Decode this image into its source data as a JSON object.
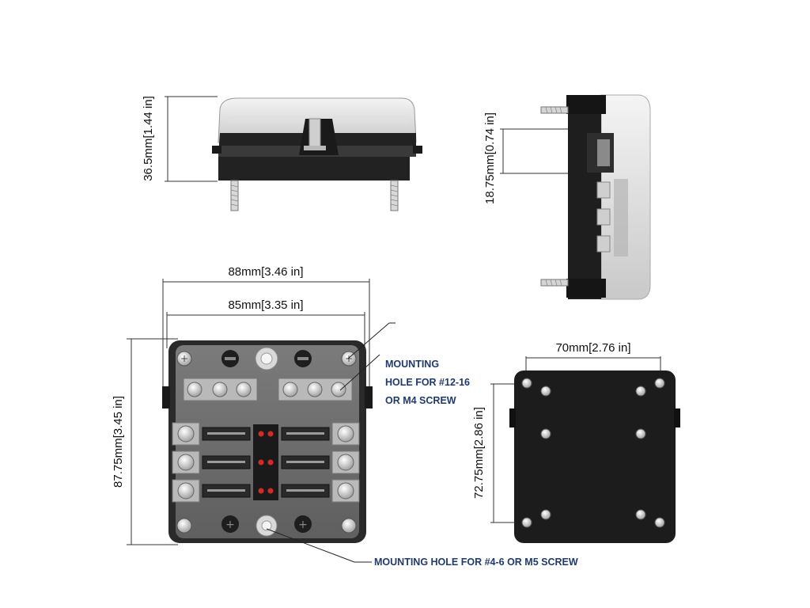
{
  "dimensions": {
    "front_height": "36.5mm[1.44 in]",
    "side_height": "18.75mm[0.74 in]",
    "top_width_outer": "88mm[3.46 in]",
    "top_width_inner": "85mm[3.35 in]",
    "top_height": "87.75mm[3.45 in]",
    "back_width": "70mm[2.76 in]",
    "back_height": "72.75mm[2.86 in]"
  },
  "callouts": {
    "mounting_hole_large_line1": "MOUNTING",
    "mounting_hole_large_line2": "HOLE FOR #12-16",
    "mounting_hole_large_line3": "OR M4 SCREW",
    "mounting_hole_small": "MOUNTING HOLE FOR #4-6 OR M5 SCREW"
  },
  "colors": {
    "body_dark": "#2b2b2b",
    "body_gray": "#6d6d6d",
    "callout_text": "#1f3a6b",
    "fuse_led": "#d42a2a"
  }
}
